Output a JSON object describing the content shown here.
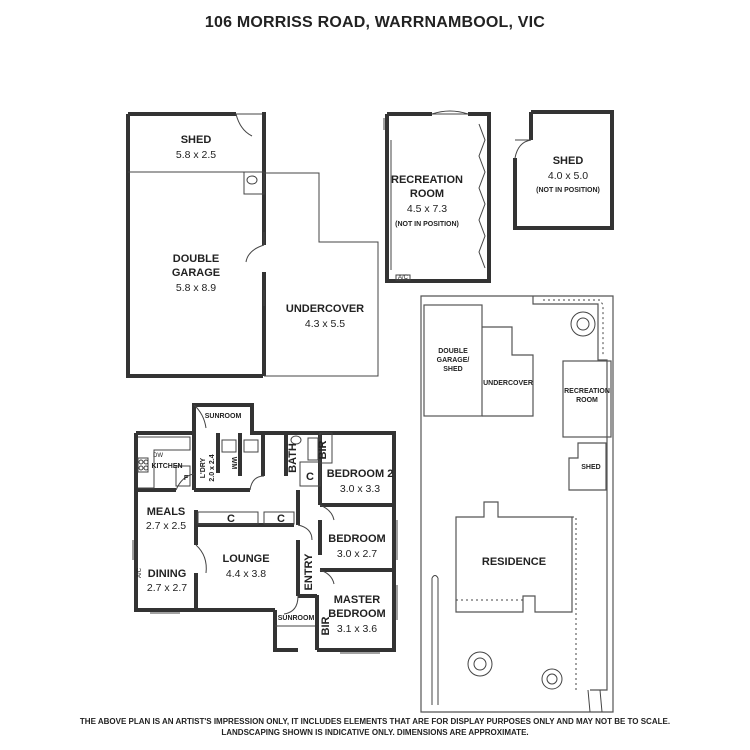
{
  "title": "106 MORRISS ROAD, WARRNAMBOOL, VIC",
  "disclaimer": [
    "THE ABOVE PLAN IS AN ARTIST'S IMPRESSION ONLY, IT INCLUDES ELEMENTS THAT ARE FOR DISPLAY PURPOSES ONLY AND MAY NOT BE TO SCALE.",
    "LANDSCAPING SHOWN IS INDICATIVE ONLY. DIMENSIONS ARE APPROXIMATE."
  ],
  "outbuildings": {
    "shed1": {
      "name": "SHED",
      "dims": "5.8 x 2.5"
    },
    "garage": {
      "name1": "DOUBLE",
      "name2": "GARAGE",
      "dims": "5.8 x 8.9"
    },
    "undercover": {
      "name": "UNDERCOVER",
      "dims": "4.3 x 5.5"
    },
    "recreation": {
      "name1": "RECREATION",
      "name2": "ROOM",
      "dims": "4.5 x 7.3",
      "note": "(NOT IN POSITION)",
      "ac": "A/C"
    },
    "shed2": {
      "name": "SHED",
      "dims": "4.0 x 5.0",
      "note": "(NOT IN POSITION)"
    }
  },
  "house": {
    "sunroom_top": "SUNROOM",
    "kitchen": "KITCHEN",
    "dw": "DW",
    "fridge": "F",
    "laundry": {
      "name": "L'DRY",
      "dims": "2.0 x 2.4"
    },
    "wm": "WM",
    "bath": "BATH",
    "bir": "BIR",
    "cupboard": "C",
    "bedroom2": {
      "name": "BEDROOM 2",
      "dims": "3.0 x 3.3"
    },
    "meals": {
      "name": "MEALS",
      "dims": "2.7 x 2.5"
    },
    "bedroom": {
      "name": "BEDROOM",
      "dims": "3.0 x 2.7"
    },
    "lounge": {
      "name": "LOUNGE",
      "dims": "4.4 x 3.8"
    },
    "dining": {
      "name": "DINING",
      "dims": "2.7 x 2.7"
    },
    "entry": "ENTRY",
    "master": {
      "name1": "MASTER",
      "name2": "BEDROOM",
      "dims": "3.1 x 3.6"
    },
    "sunroom_bottom": "SUNROOM",
    "ac": "A/C"
  },
  "site": {
    "garage1": "DOUBLE",
    "garage2": "GARAGE/",
    "garage3": "SHED",
    "undercover": "UNDERCOVER",
    "rec1": "RECREATION",
    "rec2": "ROOM",
    "shed": "SHED",
    "residence": "RESIDENCE"
  },
  "colors": {
    "wall": "#333333",
    "text": "#222222",
    "background": "#ffffff"
  }
}
